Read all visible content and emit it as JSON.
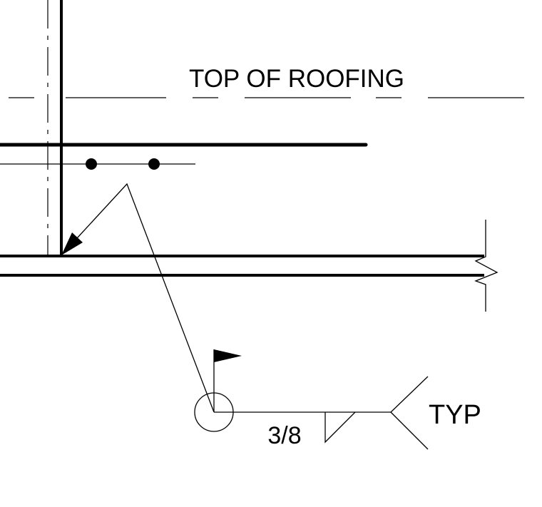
{
  "labels": {
    "top_of_roofing": "TOP OF ROOFING",
    "weld_size": "3/8",
    "tail_note": "TYP"
  },
  "colors": {
    "ink": "#000000",
    "background": "#ffffff"
  },
  "symbols": {
    "weld_symbol": "fillet-weld-all-around-field-weld",
    "flag": "field-weld-flag-icon"
  }
}
